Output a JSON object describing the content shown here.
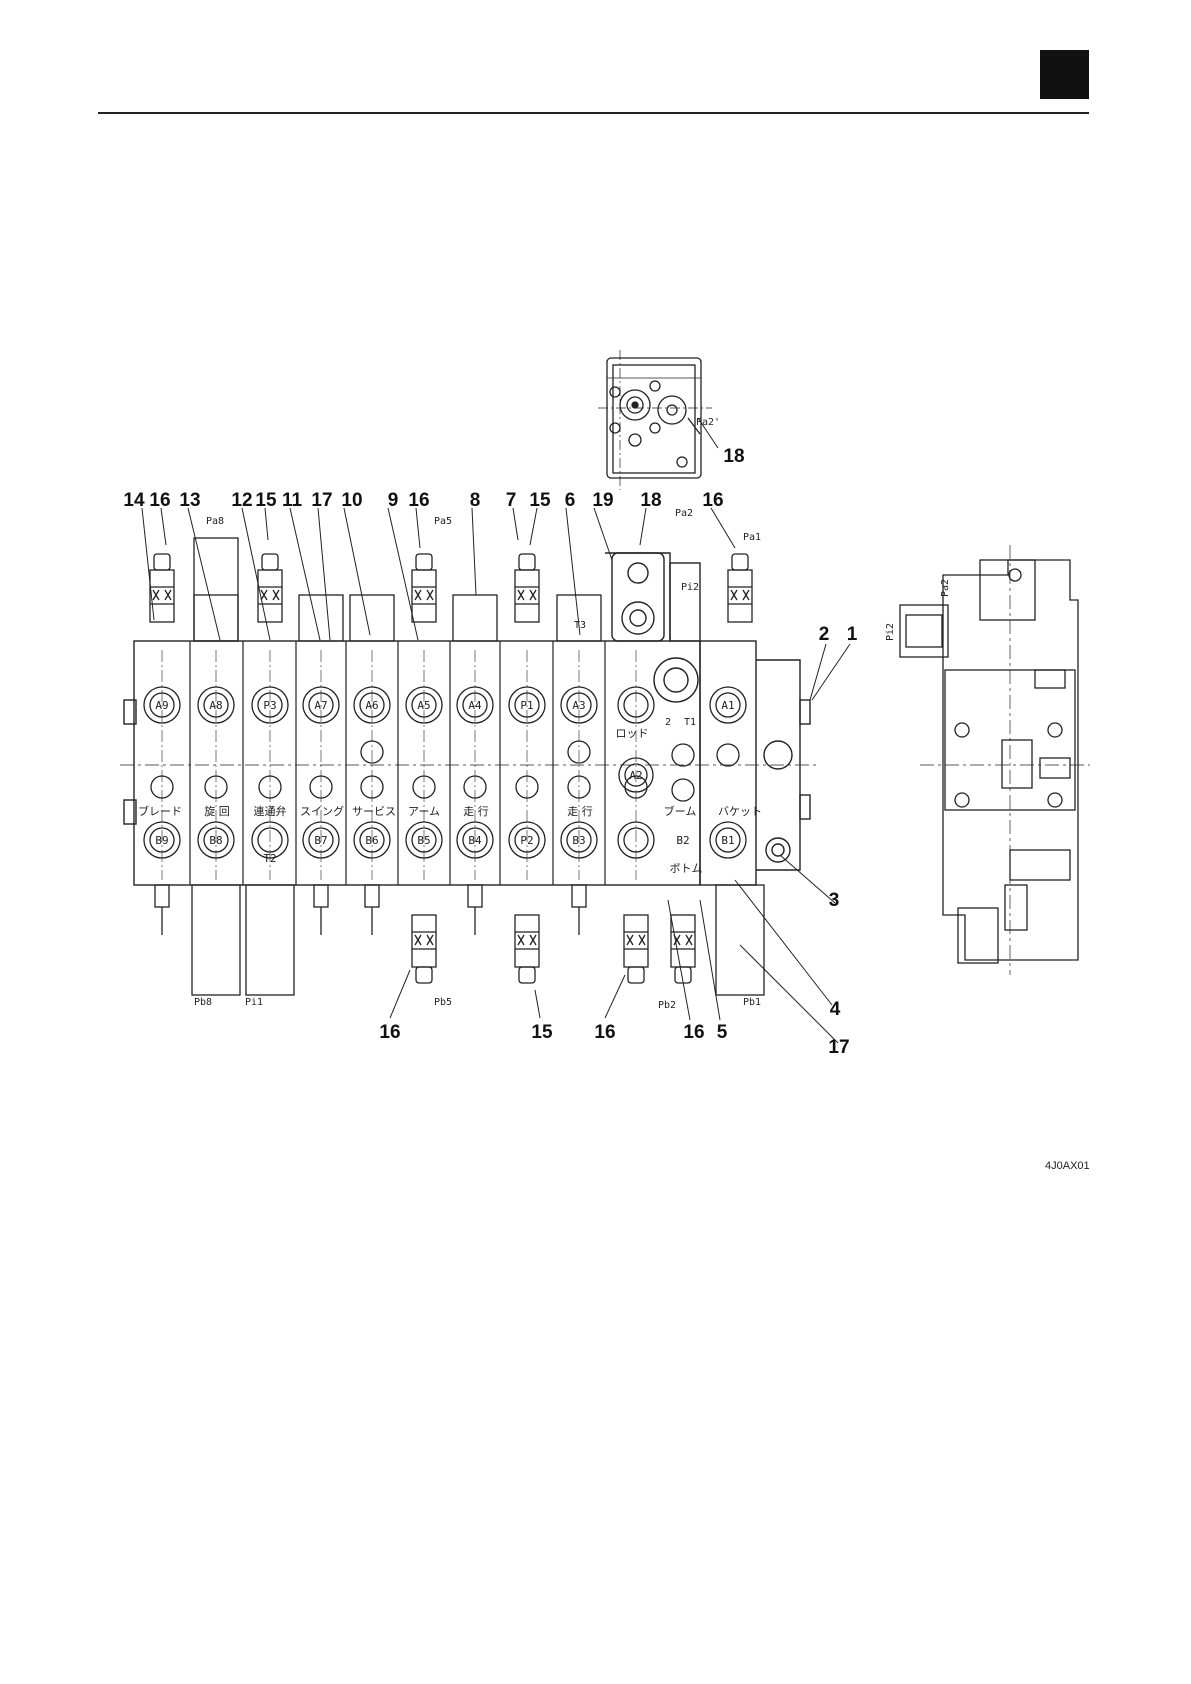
{
  "figure_code": "4J0AX01",
  "top_callouts": [
    "14",
    "16",
    "13",
    "12",
    "15",
    "11",
    "17",
    "10",
    "9",
    "16",
    "8",
    "7",
    "15",
    "6",
    "19",
    "18",
    "16"
  ],
  "right_callouts": [
    "2",
    "1",
    "3",
    "4",
    "17"
  ],
  "bottom_callouts": [
    "16",
    "15",
    "16",
    "16",
    "5"
  ],
  "inset_callout": "18",
  "port_labels_top": [
    "A9",
    "A8",
    "P3",
    "A7",
    "A6",
    "A5",
    "A4",
    "P1",
    "A3",
    "A1"
  ],
  "port_labels_bottom": [
    "B9",
    "B8",
    "T2",
    "B7",
    "B6",
    "B5",
    "B4",
    "P2",
    "B3",
    "B2",
    "B1"
  ],
  "port_labels_mid": [
    "A2"
  ],
  "section_labels": [
    "ブレード",
    "旋 回",
    "連通弁",
    "スイング",
    "サービス",
    "アーム",
    "走 行",
    "走 行",
    "ブーム",
    "バケット"
  ],
  "boom_sub_labels": [
    "ロッド",
    "ボトム"
  ],
  "pilot_labels_top": [
    "Pa8",
    "Pa5",
    "Pa2",
    "Pa1",
    "Pi2"
  ],
  "pilot_labels_bottom": [
    "Pb8",
    "Pi1",
    "Pb5",
    "Pb2",
    "Pb1"
  ],
  "inset_label": "Pa2'",
  "side_view_labels": [
    "Pa2",
    "Pi2"
  ],
  "misc_labels": [
    "T3",
    "T1",
    "2"
  ]
}
